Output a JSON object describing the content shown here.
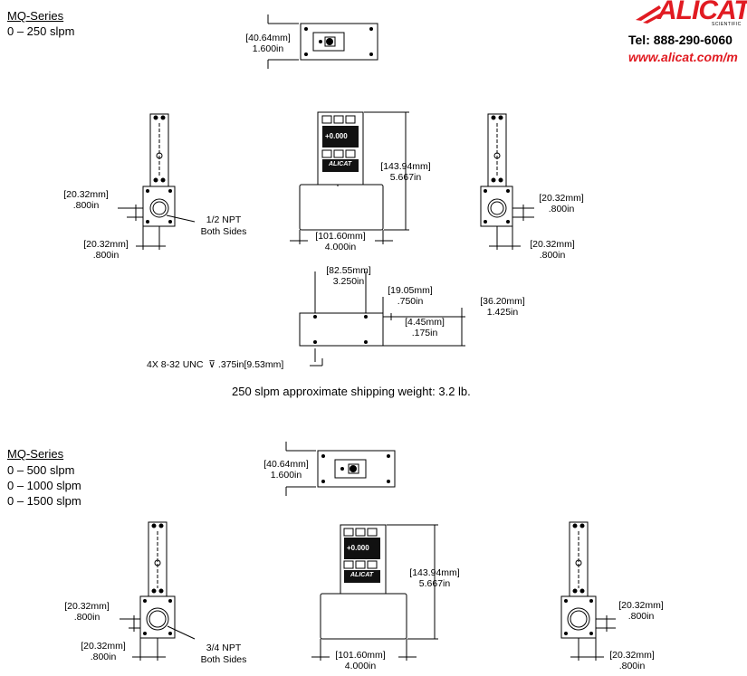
{
  "header": {
    "brand": "ALICAT",
    "brand_sub": "SCIENTIFIC",
    "tel": "Tel: 888-290-6060",
    "url": "www.alicat.com/m",
    "brand_color": "#e11b22"
  },
  "section1": {
    "title": "MQ-Series",
    "ranges": [
      "0 – 250 slpm"
    ],
    "dims": {
      "top_height": {
        "mm": "40.64mm",
        "in": "1.600in"
      },
      "left_w1": {
        "mm": "20.32mm",
        "in": ".800in"
      },
      "left_w2": {
        "mm": "20.32mm",
        "in": ".800in"
      },
      "npt": "1/2 NPT",
      "npt_sub": "Both Sides",
      "center_h": {
        "mm": "143.94mm",
        "in": "5.667in"
      },
      "center_w": {
        "mm": "101.60mm",
        "in": "4.000in"
      },
      "right_w1": {
        "mm": "20.32mm",
        "in": ".800in"
      },
      "right_w2": {
        "mm": "20.32mm",
        "in": ".800in"
      },
      "base_a": {
        "mm": "82.55mm",
        "in": "3.250in"
      },
      "base_b": {
        "mm": "19.05mm",
        "in": ".750in"
      },
      "base_c": {
        "mm": "36.20mm",
        "in": "1.425in"
      },
      "base_d": {
        "mm": "4.45mm",
        "in": ".175in"
      }
    },
    "bolt_note": "4X 8-32 UNC",
    "bolt_depth": ".375in[9.53mm]",
    "depth_symbol": "⊽",
    "weight": "250 slpm approximate shipping weight: 3.2 lb."
  },
  "section2": {
    "title": "MQ-Series",
    "ranges": [
      "0 – 500 slpm",
      "0 – 1000 slpm",
      "0 – 1500 slpm"
    ],
    "dims": {
      "top_height": {
        "mm": "40.64mm",
        "in": "1.600in"
      },
      "left_w1": {
        "mm": "20.32mm",
        "in": ".800in"
      },
      "left_w2": {
        "mm": "20.32mm",
        "in": ".800in"
      },
      "npt": "3/4 NPT",
      "npt_sub": "Both Sides",
      "center_h": {
        "mm": "143.94mm",
        "in": "5.667in"
      },
      "center_w": {
        "mm": "101.60mm",
        "in": "4.000in"
      },
      "right_w1": {
        "mm": "20.32mm",
        "in": ".800in"
      },
      "right_w2": {
        "mm": "20.32mm",
        "in": ".800in"
      }
    }
  },
  "display": {
    "reading": "+0.000",
    "brand_small": "ALICAT"
  }
}
